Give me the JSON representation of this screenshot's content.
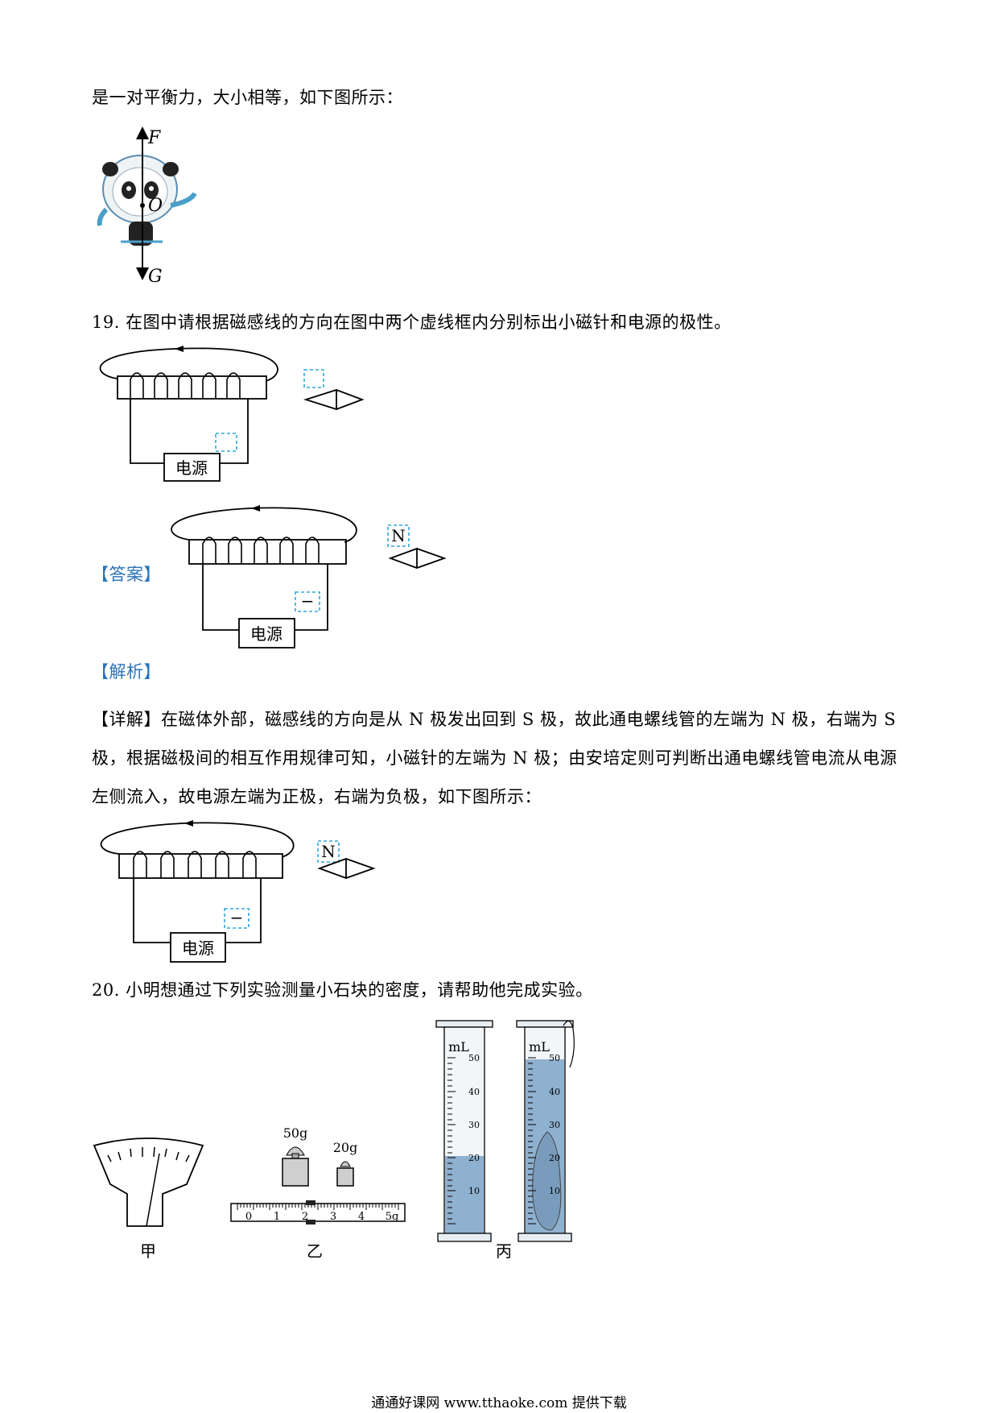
{
  "lines": {
    "l1": "是一对平衡力，大小相等，如下图所示：",
    "q19": "19. 在图中请根据磁感线的方向在图中两个虚线框内分别标出小磁针和电源的极性。",
    "answer_tag": "【答案】",
    "analysis_tag": "【解析】",
    "detail_tag": "【详解】",
    "detail_1": "在磁体外部，磁感线的方向是从 N 极发出回到 S 极，故此通电螺线管的左端为 N 极，右端为 S",
    "detail_2": "极，根据磁极间的相互作用规律可知，小磁针的左端为 N 极；由安培定则可判断出通电螺线管电流从电源",
    "detail_3": "左侧流入，故电源左端为正极，右端为负极，如下图所示：",
    "q20": "20. 小明想通过下列实验测量小石块的密度，请帮助他完成实验。"
  },
  "figure_panda": {
    "force_up": "F",
    "force_down": "G",
    "center": "O"
  },
  "solenoid": {
    "power_label": "电源",
    "needle_pole": "N",
    "power_pole": "−"
  },
  "experiment": {
    "labels": [
      "甲",
      "乙",
      "丙"
    ],
    "weights": [
      "50g",
      "20g"
    ],
    "scale_ticks": [
      "0",
      "1",
      "2",
      "3",
      "4",
      "5g"
    ],
    "cylinder_unit": "mL",
    "cylinder_marks": [
      "50",
      "40",
      "30",
      "20",
      "10"
    ]
  },
  "footer": "通通好课网  www.tthaoke.com  提供下载"
}
